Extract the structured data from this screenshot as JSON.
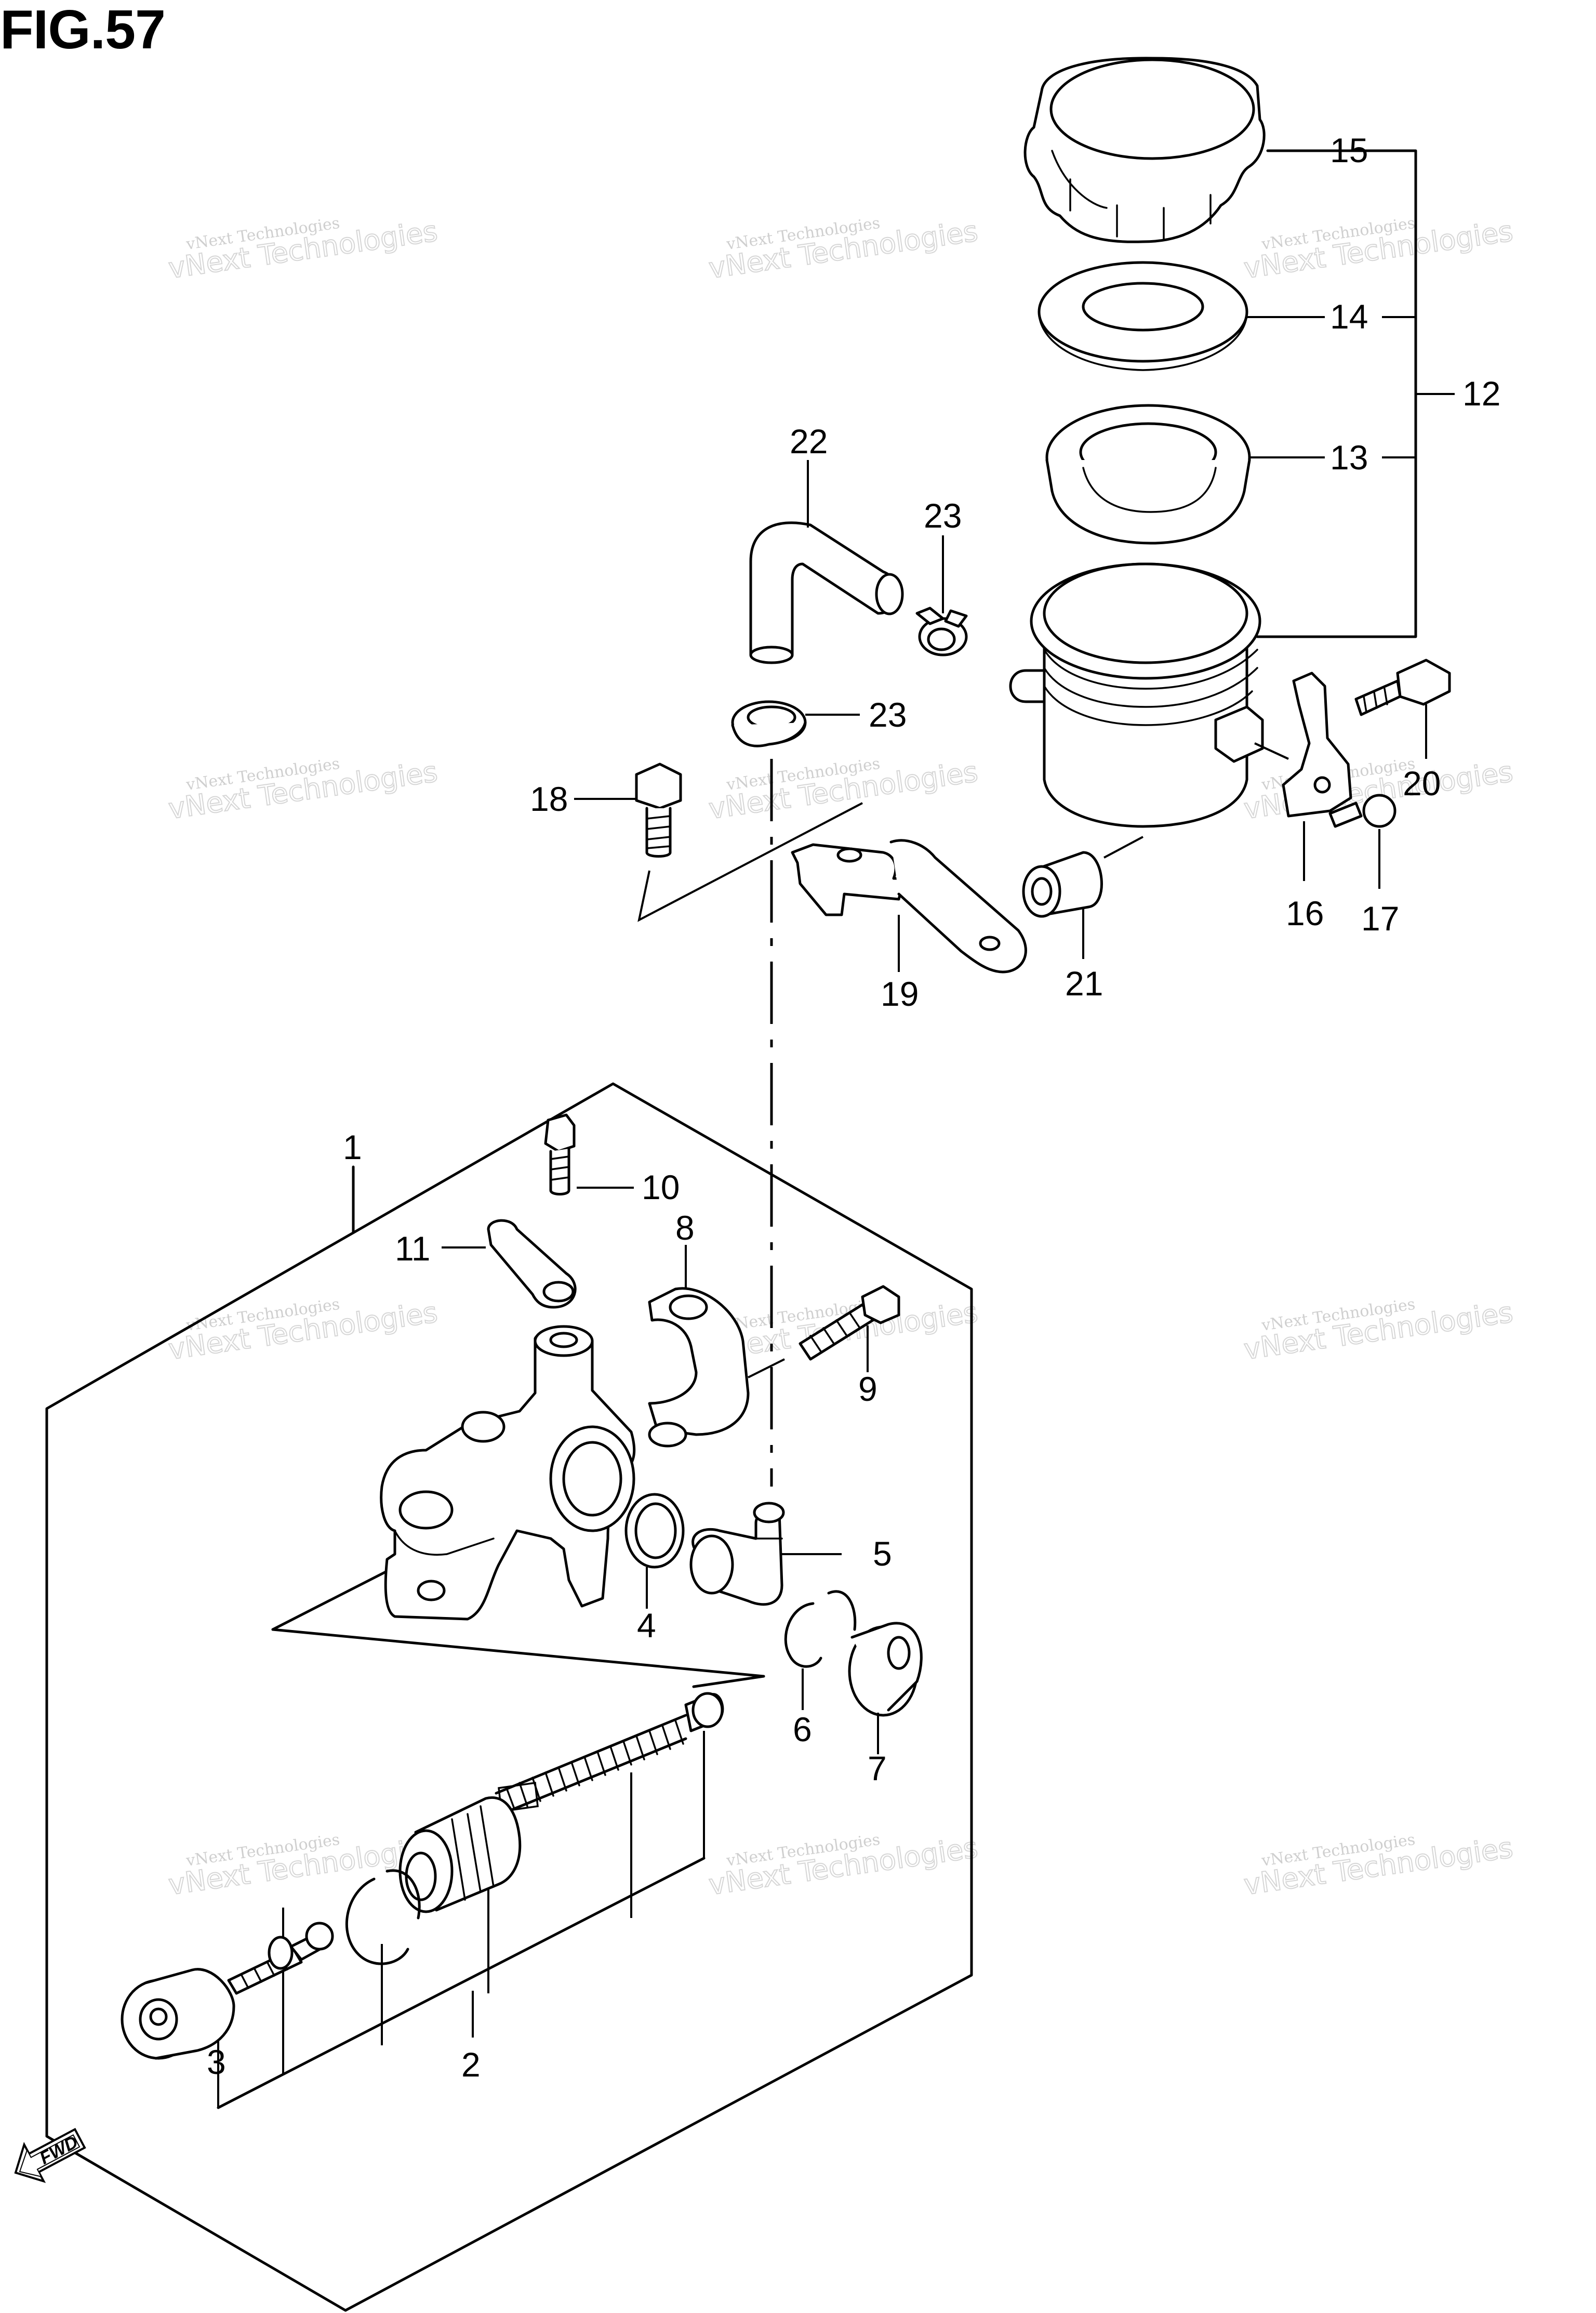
{
  "figure": {
    "title": "FIG.57"
  },
  "callouts": [
    {
      "id": "1",
      "text": "1"
    },
    {
      "id": "2",
      "text": "2"
    },
    {
      "id": "3",
      "text": "3"
    },
    {
      "id": "4",
      "text": "4"
    },
    {
      "id": "5",
      "text": "5"
    },
    {
      "id": "6",
      "text": "6"
    },
    {
      "id": "7",
      "text": "7"
    },
    {
      "id": "8",
      "text": "8"
    },
    {
      "id": "9",
      "text": "9"
    },
    {
      "id": "10",
      "text": "10"
    },
    {
      "id": "11",
      "text": "11"
    },
    {
      "id": "12",
      "text": "12"
    },
    {
      "id": "13",
      "text": "13"
    },
    {
      "id": "14",
      "text": "14"
    },
    {
      "id": "15",
      "text": "15"
    },
    {
      "id": "16",
      "text": "16"
    },
    {
      "id": "17",
      "text": "17"
    },
    {
      "id": "18",
      "text": "18"
    },
    {
      "id": "19",
      "text": "19"
    },
    {
      "id": "20",
      "text": "20"
    },
    {
      "id": "21",
      "text": "21"
    },
    {
      "id": "22",
      "text": "22"
    },
    {
      "id": "23a",
      "text": "23"
    },
    {
      "id": "23b",
      "text": "23"
    }
  ],
  "watermark": {
    "line1": "vNext Technologies",
    "line2": "vNext Technologies"
  },
  "fwd_label": "FWD"
}
